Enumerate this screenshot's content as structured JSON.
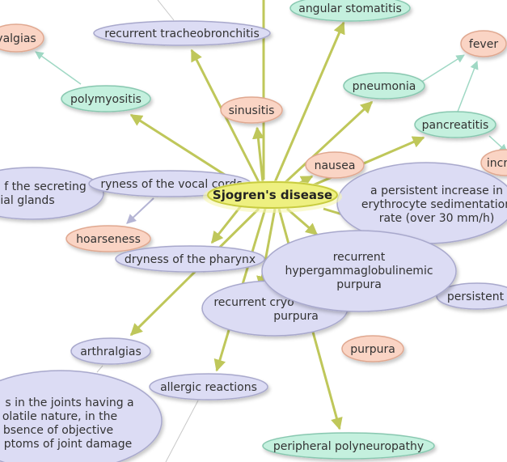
{
  "center": "Sjogren's disease",
  "nodes": {
    "angular_stomatitis": "angular stomatitis",
    "recurrent_tracheobronchitis": "recurrent tracheobronchitis",
    "myalgias": "yalgias",
    "fever": "fever",
    "pneumonia": "pneumonia",
    "polymyositis": "polymyositis",
    "sinusitis": "sinusitis",
    "pancreatitis": "pancreatitis",
    "incr": "incr",
    "nausea": "nausea",
    "secreting_line1": "f the secreting",
    "secreting_line2": "ial glands",
    "dryness_vocal": "ryness of the vocal cords",
    "esr_line1": "a persistent increase in",
    "esr_line2": "erythrocyte sedimentation",
    "esr_line3": "rate (over 30 mm/h)",
    "hoarseness": "hoarseness",
    "dryness_pharynx": "dryness of the pharynx",
    "hyper_line1": "recurrent",
    "hyper_line2": "hypergammaglobulinemic",
    "hyper_line3": "purpura",
    "persistent": "persistent",
    "cryo_line1": "recurrent cryo",
    "cryo_line2": "purpura",
    "purpura": "purpura",
    "arthralgias": "arthralgias",
    "allergic_reactions": "allergic reactions",
    "joints_line1": "s in the joints having a",
    "joints_line2": "olatile nature, in the",
    "joints_line3": "bsence of objective",
    "joints_line4": "ptoms of joint damage",
    "peripheral_polyneuropathy": "peripheral polyneuropathy"
  },
  "colors": {
    "lavender": "#dcdcf4",
    "lavender_stroke": "#a8a8cc",
    "peach": "#fad4c4",
    "peach_stroke": "#e0a890",
    "mint": "#c4f0de",
    "mint_stroke": "#88c8b0",
    "center_fill": "#eef080",
    "center_stroke": "#c8cc40",
    "edge": "#bfc75a"
  }
}
